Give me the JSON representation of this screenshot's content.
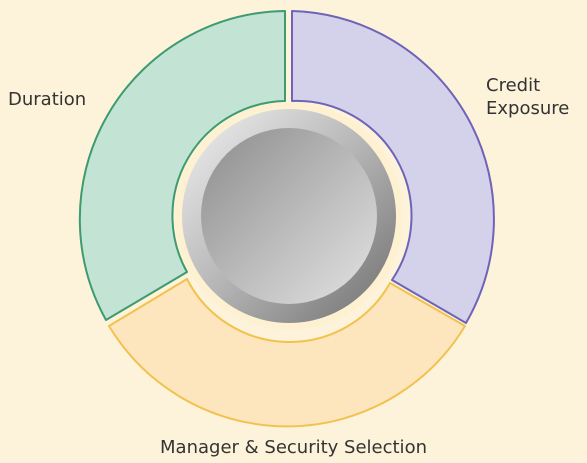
{
  "segments": [
    {
      "id": "duration",
      "label": "Duration",
      "fill": "#c3e3d4",
      "stroke": "#3d9b6f"
    },
    {
      "id": "credit-exposure",
      "label_lines": [
        "Credit",
        "Exposure"
      ],
      "fill": "#d4d2ea",
      "stroke": "#6e63b8"
    },
    {
      "id": "manager-security",
      "label": "Manager & Security Selection",
      "fill": "#fde5bd",
      "stroke": "#f2c24f"
    }
  ],
  "center": {
    "ring_color": "#fdf1d2",
    "knob_colors": [
      "#d9d9d9",
      "#8e8e8e"
    ]
  }
}
